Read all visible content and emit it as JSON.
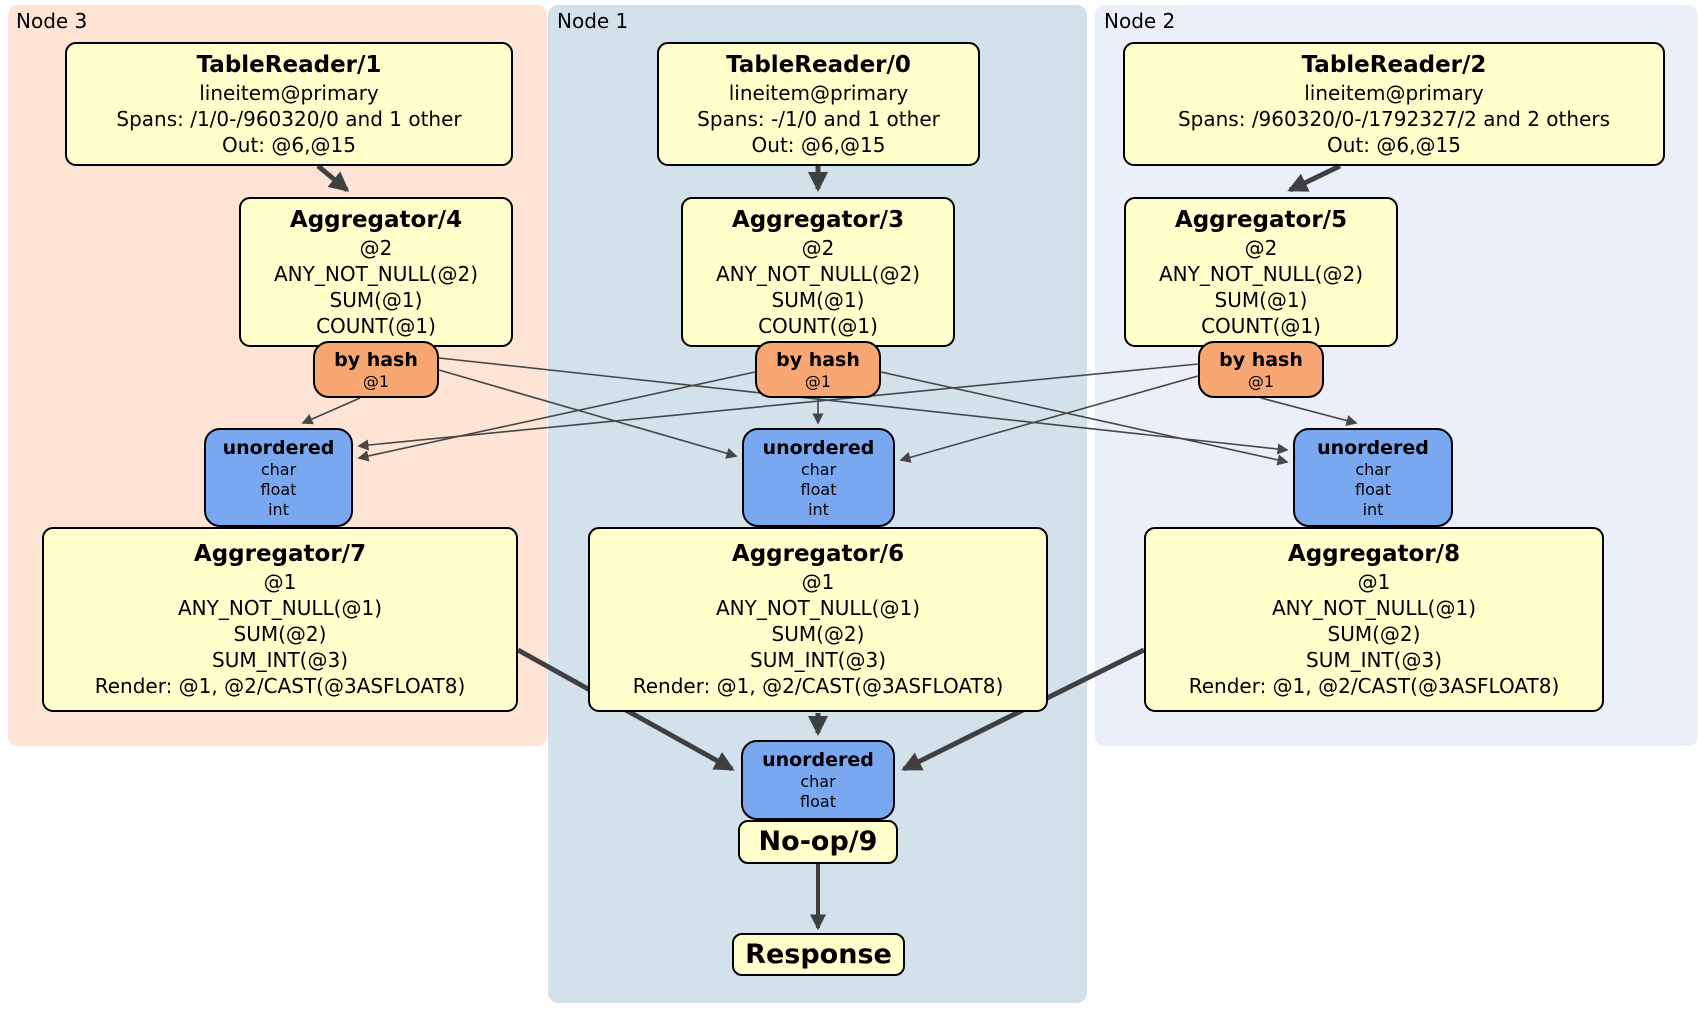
{
  "colors": {
    "node3_bg": "#fde4d5",
    "node1_bg": "#d3e1eb",
    "node2_bg": "#eaeff9",
    "processor_fill": "#ffffcc",
    "router_fill": "#f8a772",
    "sync_fill": "#7aa8f0",
    "edge_thin": "#474747",
    "edge_thick": "#404040"
  },
  "node3": {
    "label": "Node 3",
    "table_reader": {
      "title": "TableReader/1",
      "table": "lineitem@primary",
      "spans": "Spans: /1/0-/960320/0 and 1 other",
      "out": "Out: @6,@15"
    },
    "aggregator_top": {
      "title": "Aggregator/4",
      "lines": [
        "@2",
        "ANY_NOT_NULL(@2)",
        "SUM(@1)",
        "COUNT(@1)"
      ]
    },
    "router": {
      "title": "by hash",
      "key": "@1"
    },
    "sync": {
      "title": "unordered",
      "streams": [
        "char",
        "float",
        "int"
      ]
    },
    "aggregator_bottom": {
      "title": "Aggregator/7",
      "lines": [
        "@1",
        "ANY_NOT_NULL(@1)",
        "SUM(@2)",
        "SUM_INT(@3)",
        "Render: @1, @2/CAST(@3ASFLOAT8)"
      ]
    }
  },
  "node1": {
    "label": "Node 1",
    "table_reader": {
      "title": "TableReader/0",
      "table": "lineitem@primary",
      "spans": "Spans: -/1/0 and 1 other",
      "out": "Out: @6,@15"
    },
    "aggregator_top": {
      "title": "Aggregator/3",
      "lines": [
        "@2",
        "ANY_NOT_NULL(@2)",
        "SUM(@1)",
        "COUNT(@1)"
      ]
    },
    "router": {
      "title": "by hash",
      "key": "@1"
    },
    "sync": {
      "title": "unordered",
      "streams": [
        "char",
        "float",
        "int"
      ]
    },
    "aggregator_bottom": {
      "title": "Aggregator/6",
      "lines": [
        "@1",
        "ANY_NOT_NULL(@1)",
        "SUM(@2)",
        "SUM_INT(@3)",
        "Render: @1, @2/CAST(@3ASFLOAT8)"
      ]
    }
  },
  "node2": {
    "label": "Node 2",
    "table_reader": {
      "title": "TableReader/2",
      "table": "lineitem@primary",
      "spans": "Spans: /960320/0-/1792327/2 and 2 others",
      "out": "Out: @6,@15"
    },
    "aggregator_top": {
      "title": "Aggregator/5",
      "lines": [
        "@2",
        "ANY_NOT_NULL(@2)",
        "SUM(@1)",
        "COUNT(@1)"
      ]
    },
    "router": {
      "title": "by hash",
      "key": "@1"
    },
    "sync": {
      "title": "unordered",
      "streams": [
        "char",
        "float",
        "int"
      ]
    },
    "aggregator_bottom": {
      "title": "Aggregator/8",
      "lines": [
        "@1",
        "ANY_NOT_NULL(@1)",
        "SUM(@2)",
        "SUM_INT(@3)",
        "Render: @1, @2/CAST(@3ASFLOAT8)"
      ]
    }
  },
  "final": {
    "sync": {
      "title": "unordered",
      "streams": [
        "char",
        "float"
      ]
    },
    "noop_title": "No-op/9",
    "response_title": "Response"
  }
}
